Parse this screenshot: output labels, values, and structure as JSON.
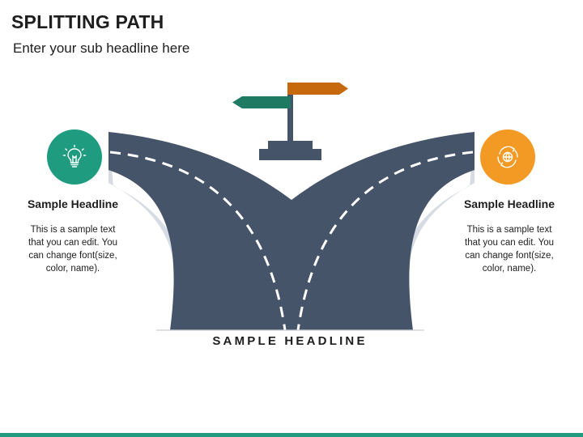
{
  "title": "SPLITTING PATH",
  "subtitle": "Enter your sub headline here",
  "left_block": {
    "icon": "lightbulb-icon",
    "color": "#1f9b7f",
    "headline": "Sample Headline",
    "lines": [
      "This is a sample text",
      "that you can edit. You",
      "can change font(size,",
      "color, name)."
    ]
  },
  "right_block": {
    "icon": "recycle-globe-icon",
    "color": "#f29a24",
    "headline": "Sample Headline",
    "lines": [
      "This is a sample text",
      "that you can edit. You",
      "can change font(size,",
      "color, name)."
    ]
  },
  "bottom_headline": "SAMPLE HEADLINE",
  "colors": {
    "road": "#46546a",
    "road_edge": "#d6dbe4",
    "sign_left": "#1f7a64",
    "sign_right": "#c6690d",
    "post": "#46546a",
    "footer": "#1f9b7f"
  }
}
